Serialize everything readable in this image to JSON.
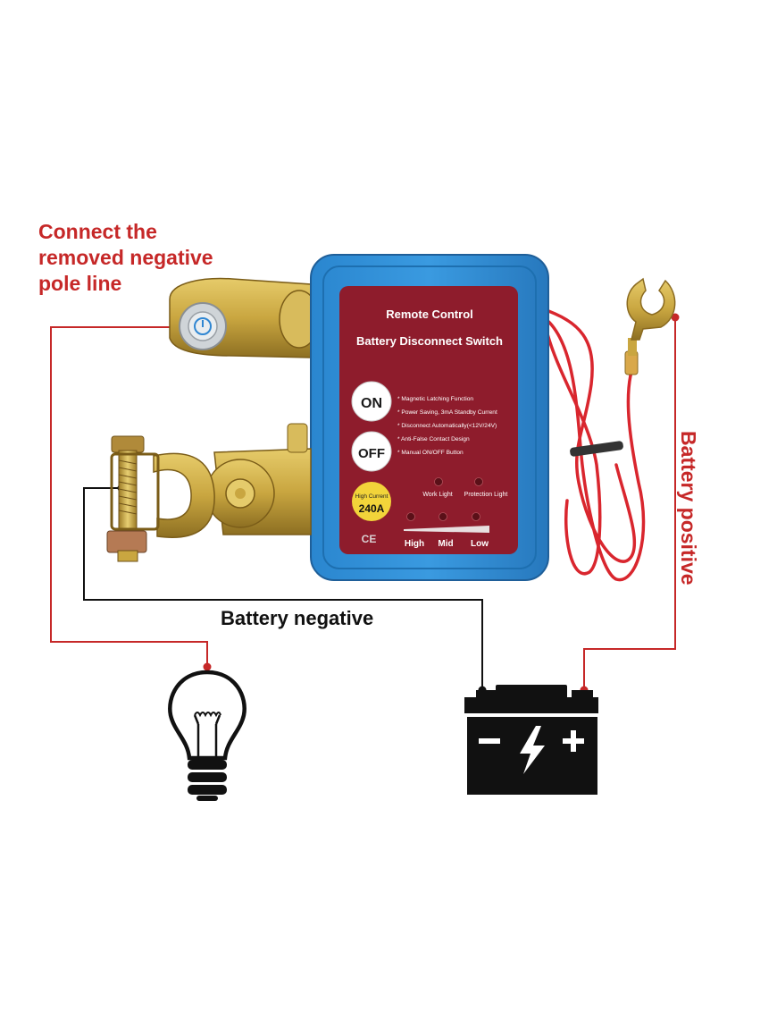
{
  "labels": {
    "connect_line1": "Connect the",
    "connect_line2": "removed negative",
    "connect_line3": "pole line",
    "battery_negative": "Battery negative",
    "battery_positive": "Battery positive"
  },
  "device": {
    "title1": "Remote Control",
    "title2": "Battery Disconnect Switch",
    "on_label": "ON",
    "off_label": "OFF",
    "features": [
      "* Magnetic Latching Function",
      "* Power Saving, 3mA Standby Current",
      "* Disconnect Automatically(<12V/24V)",
      "* Anti-False Contact Design",
      "* Manual ON/OFF Button"
    ],
    "badge_line1": "High Current",
    "badge_line2": "240A",
    "ce_mark": "CE",
    "work_light": "Work Light",
    "protection_light": "Protection Light",
    "levels": [
      "High",
      "Mid",
      "Low"
    ]
  },
  "icons": {
    "battery": "battery-icon",
    "bulb": "light-bulb-icon",
    "ring_terminal": "ring-terminal-icon",
    "clamp": "battery-clamp-icon"
  },
  "colors": {
    "wire_red": "#c62828",
    "wire_black": "#111111",
    "device_blue": "#2f8fd8",
    "panel_maroon": "#8e1c2c",
    "brass": "#c9a640",
    "badge_yellow": "#f2d43a"
  }
}
